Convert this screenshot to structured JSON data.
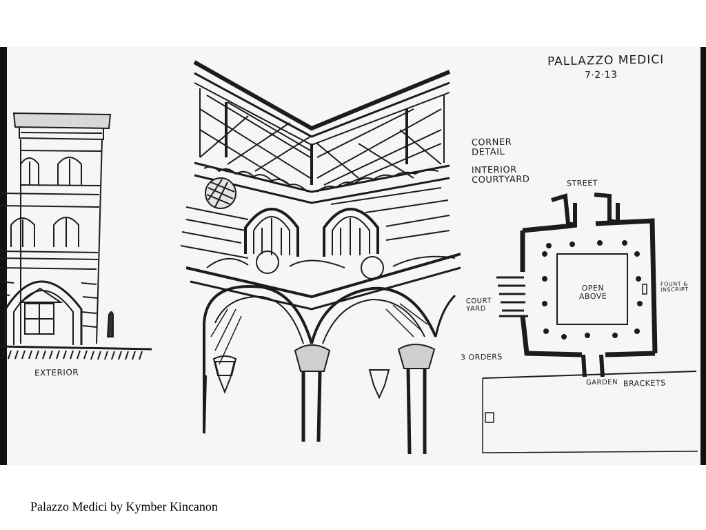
{
  "slide": {
    "caption": "Palazzo Medici by Kymber Kincanon"
  },
  "sketch": {
    "title": "PALLAZZO MEDICI",
    "date": "7·2·13",
    "labels": {
      "exterior": "EXTERIOR",
      "corner_detail": "CORNER DETAIL",
      "interior_courtyard": "INTERIOR COURTYARD",
      "street": "STREET",
      "open_above": "OPEN ABOVE",
      "court_yard": "COURT YARD",
      "fountain": "FOUNT & INSCRIPT",
      "orders": "3 ORDERS",
      "garden": "GARDEN",
      "brackets": "BRACKETS"
    }
  },
  "colors": {
    "ink": "#1c1c1c",
    "paper": "#f6f6f4",
    "page_background": "#ffffff"
  }
}
